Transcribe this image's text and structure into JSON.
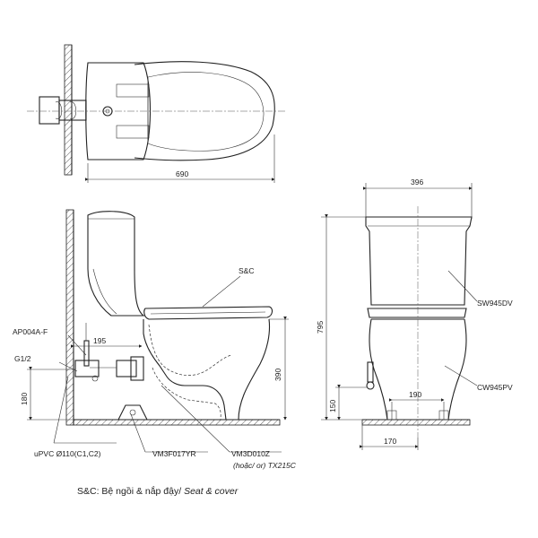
{
  "dimensions": {
    "top_length": "690",
    "front_width": "396",
    "front_height": "795",
    "rough_in_wall": "195",
    "outlet_height": "390",
    "supply_height": "180",
    "base_left": "150",
    "base_center": "190",
    "base_bottom": "170"
  },
  "labels": {
    "seat_cover": "S&C",
    "tank_part": "SW945DV",
    "bowl_part": "CW945PV",
    "valve_part": "AP004A-F",
    "supply_size": "G1/2",
    "pipe": "uPVC Ø110(C1,C2)",
    "gasket": "VM3F017YR",
    "outlet_part": "VM3D010Z",
    "outlet_alt": "(hoặc/ or) TX215C"
  },
  "caption": {
    "prefix": "S&C: Bệ ngồi & nắp đậy/ ",
    "italic": "Seat & cover"
  }
}
